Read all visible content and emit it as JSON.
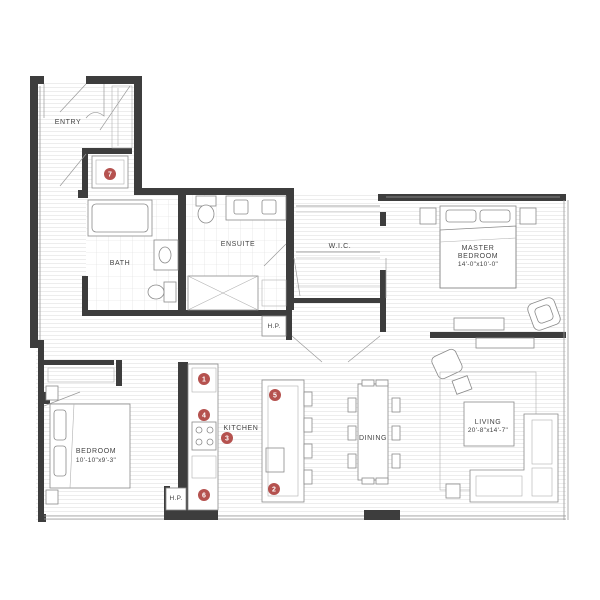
{
  "rooms": {
    "entry": "ENTRY",
    "bath": "BATH",
    "ensuite": "ENSUITE",
    "wic": "W.I.C.",
    "master_name_1": "MASTER",
    "master_name_2": "BEDROOM",
    "master_dims": "14'-0\"x10'-0\"",
    "bedroom_name": "BEDROOM",
    "bedroom_dims": "10'-10\"x9'-3\"",
    "kitchen": "KITCHEN",
    "dining": "DINING",
    "living_name": "LIVING",
    "living_dims": "20'-8\"x14'-7\"",
    "hp_1": "H.P.",
    "hp_2": "H.P."
  },
  "markers": [
    "1",
    "2",
    "3",
    "4",
    "5",
    "6",
    "7"
  ],
  "colors": {
    "wall": "#3d3d3d",
    "marker": "#b5524f",
    "floor_lines": "#dedede"
  }
}
